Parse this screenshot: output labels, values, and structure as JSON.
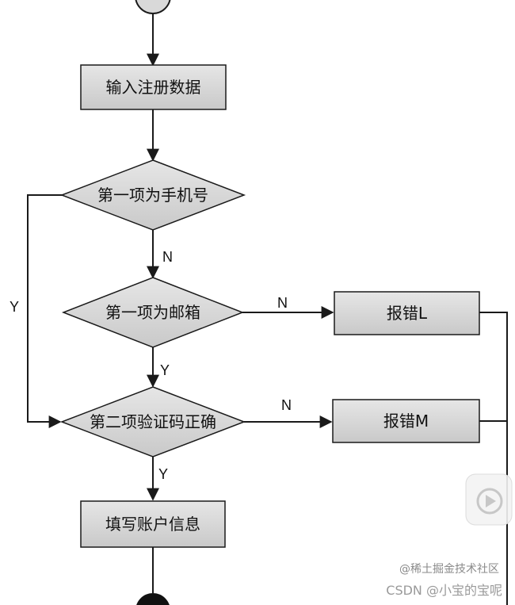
{
  "nodes": {
    "input_data": "输入注册数据",
    "check_phone": "第一项为手机号",
    "check_email": "第一项为邮箱",
    "check_code": "第二项验证码正确",
    "error_l": "报错L",
    "error_m": "报错M",
    "fill_account": "填写账户信息"
  },
  "edge_labels": {
    "phone_no": "N",
    "phone_yes": "Y",
    "email_no": "N",
    "email_yes": "Y",
    "code_no": "N",
    "code_yes": "Y"
  },
  "watermark": {
    "community": "@稀土掘金技术社区",
    "author": "CSDN @小宝的宝呢"
  },
  "colors": {
    "box_fill": "#d4d4d4",
    "line": "#1a1a1a",
    "watermark": "#9a9a9a"
  }
}
